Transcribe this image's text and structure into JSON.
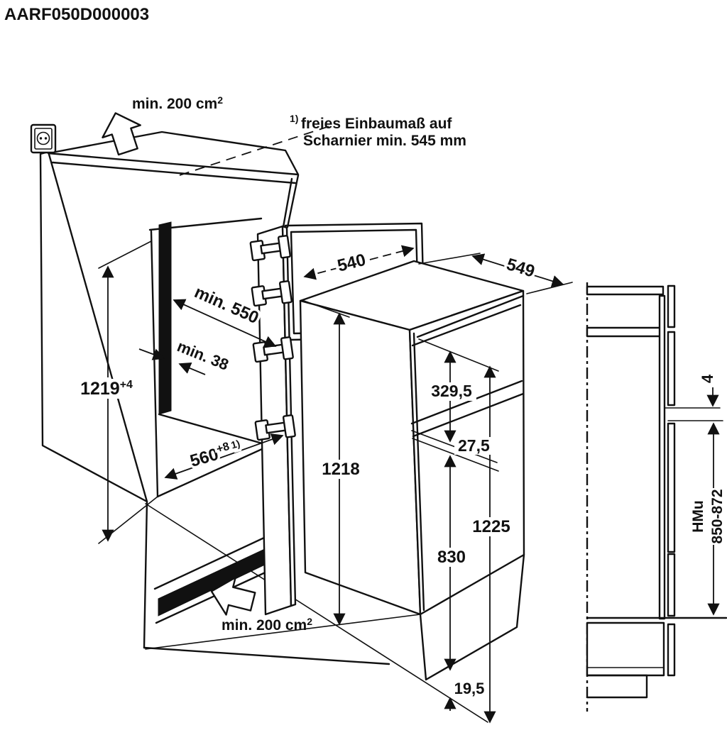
{
  "title": "AARF050D000003",
  "footnote": {
    "sup": "1)",
    "line1": "freies Einbaumaß auf",
    "line2": "Scharnier min. 545 mm"
  },
  "ventilation": {
    "label_top": "min. 200 cm",
    "sup_top": "2",
    "label_bottom": "min. 200 cm",
    "sup_bottom": "2"
  },
  "cabinet_dims": {
    "depth_clearance": "min. 550",
    "rear_gap": "min. 38",
    "niche_height": "1219",
    "niche_height_tol": "+4",
    "niche_width": "560",
    "niche_width_tol": "+8",
    "niche_width_note": "1)"
  },
  "appliance_dims": {
    "door_width": "540",
    "depth": "549",
    "freezer_door_height": "329,5",
    "door_gap": "27,5",
    "height_hinge_side": "1218",
    "height_total": "1225",
    "lower_door_height": "830",
    "base_gap": "19,5"
  },
  "side_dims": {
    "top_gap": "4",
    "mount_label": "HMu",
    "mount_range": "850-872"
  }
}
